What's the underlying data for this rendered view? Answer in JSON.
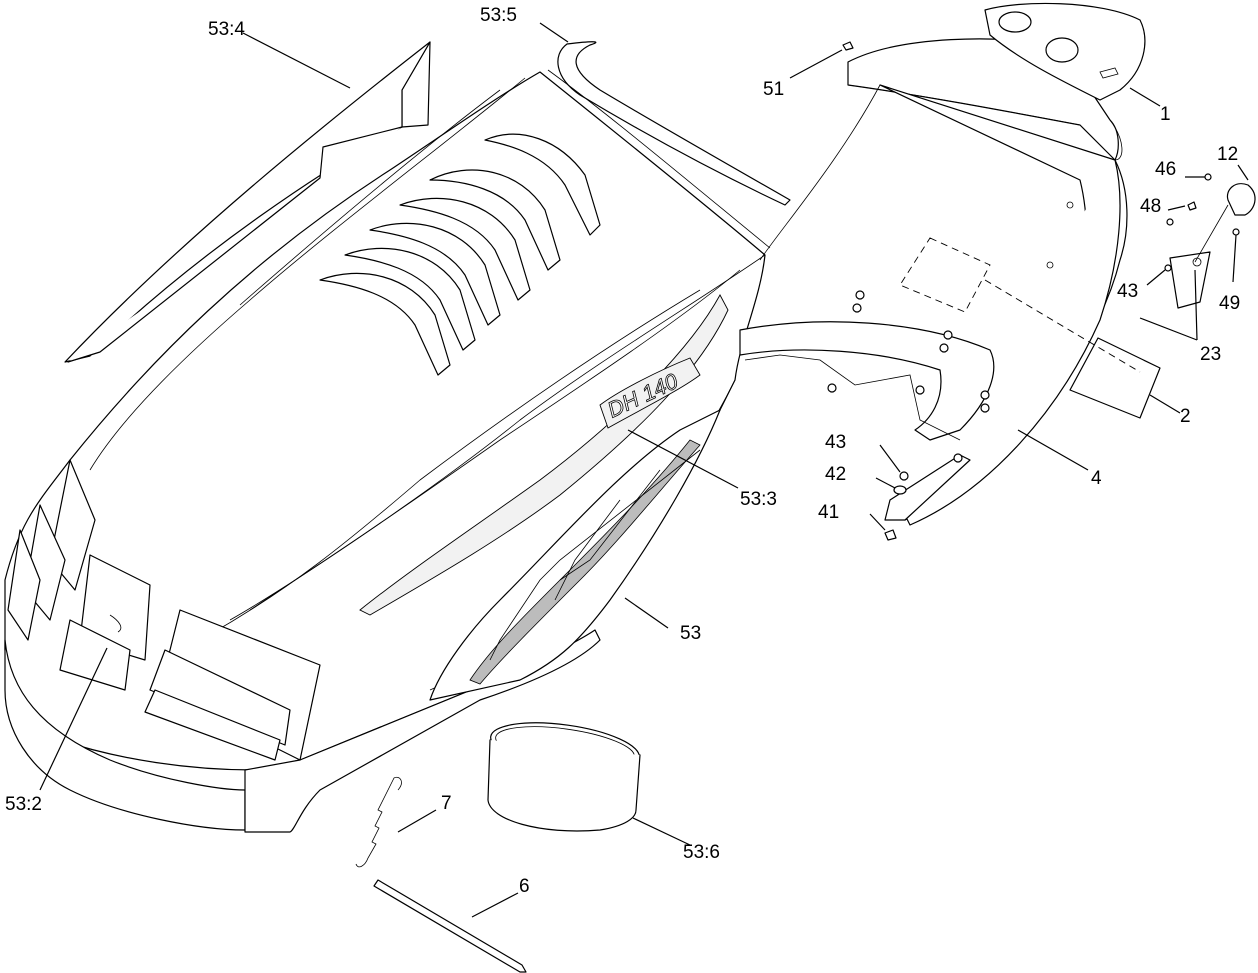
{
  "callouts": {
    "c53_4": "53:4",
    "c53_5": "53:5",
    "c51": "51",
    "c1": "1",
    "c12": "12",
    "c46": "46",
    "c48": "48",
    "c43a": "43",
    "c49": "49",
    "c23": "23",
    "c2": "2",
    "c4": "4",
    "c43b": "43",
    "c42": "42",
    "c41": "41",
    "c53_3": "53:3",
    "c53": "53",
    "c53_2": "53:2",
    "c7": "7",
    "c53_6": "53:6",
    "c6": "6"
  },
  "decal_text": "DH 140"
}
